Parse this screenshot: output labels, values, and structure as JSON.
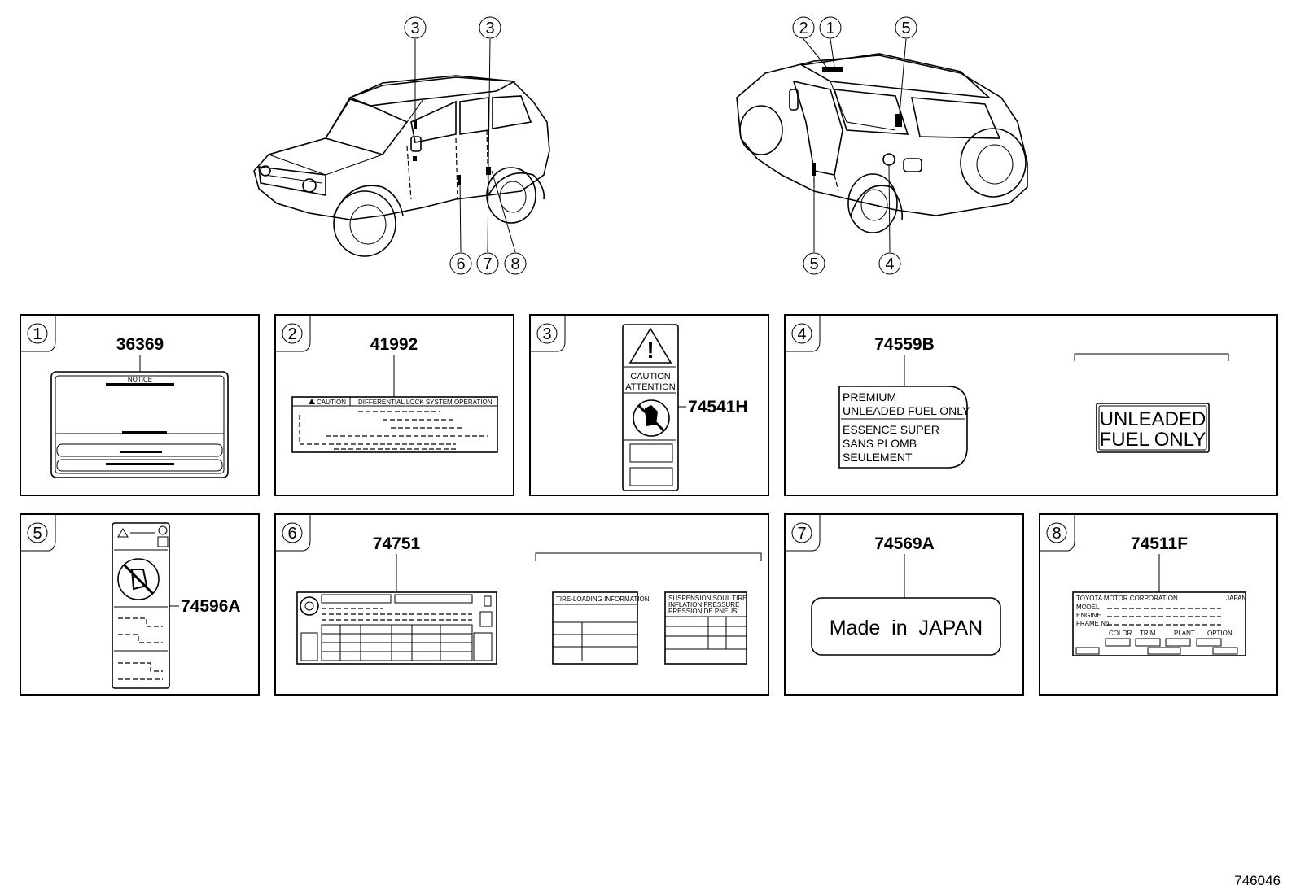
{
  "diagram_code": "746046",
  "callout_numbers": [
    "1",
    "2",
    "3",
    "4",
    "5",
    "6",
    "7",
    "8"
  ],
  "panels": [
    {
      "id": "1",
      "part_number": "36369",
      "label_text": "NOTICE"
    },
    {
      "id": "2",
      "part_number": "41992",
      "label_caution": "CAUTION",
      "label_title": "DIFFERENTIAL LOCK SYSTEM OPERATION"
    },
    {
      "id": "3",
      "part_number": "74541H",
      "label_line1": "CAUTION",
      "label_line2": "ATTENTION"
    },
    {
      "id": "4",
      "part_number": "74559B",
      "label_a_lines": [
        "PREMIUM",
        "UNLEADED FUEL ONLY",
        "ESSENCE SUPER",
        "SANS PLOMB",
        "SEULEMENT"
      ],
      "label_b_lines": [
        "UNLEADED",
        "FUEL ONLY"
      ]
    },
    {
      "id": "5",
      "part_number": "74596A"
    },
    {
      "id": "6",
      "part_number": "74751",
      "label_b_title": "TIRE-LOADING INFORMATION",
      "label_c_lines": [
        "SUSPENSION SOUL TIRE",
        "INFLATION PRESSURE",
        "PRESSION DE PNEUS"
      ]
    },
    {
      "id": "7",
      "part_number": "74569A",
      "label_text": "Made  in  JAPAN"
    },
    {
      "id": "8",
      "part_number": "74511F",
      "label_title": "TOYOTA MOTOR CORPORATION",
      "label_suffix": "JAPAN",
      "label_rows": [
        "MODEL",
        "ENGINE",
        "FRAME No.",
        "COLOR",
        "TRIM",
        "PLANT",
        "OPTION"
      ]
    }
  ]
}
